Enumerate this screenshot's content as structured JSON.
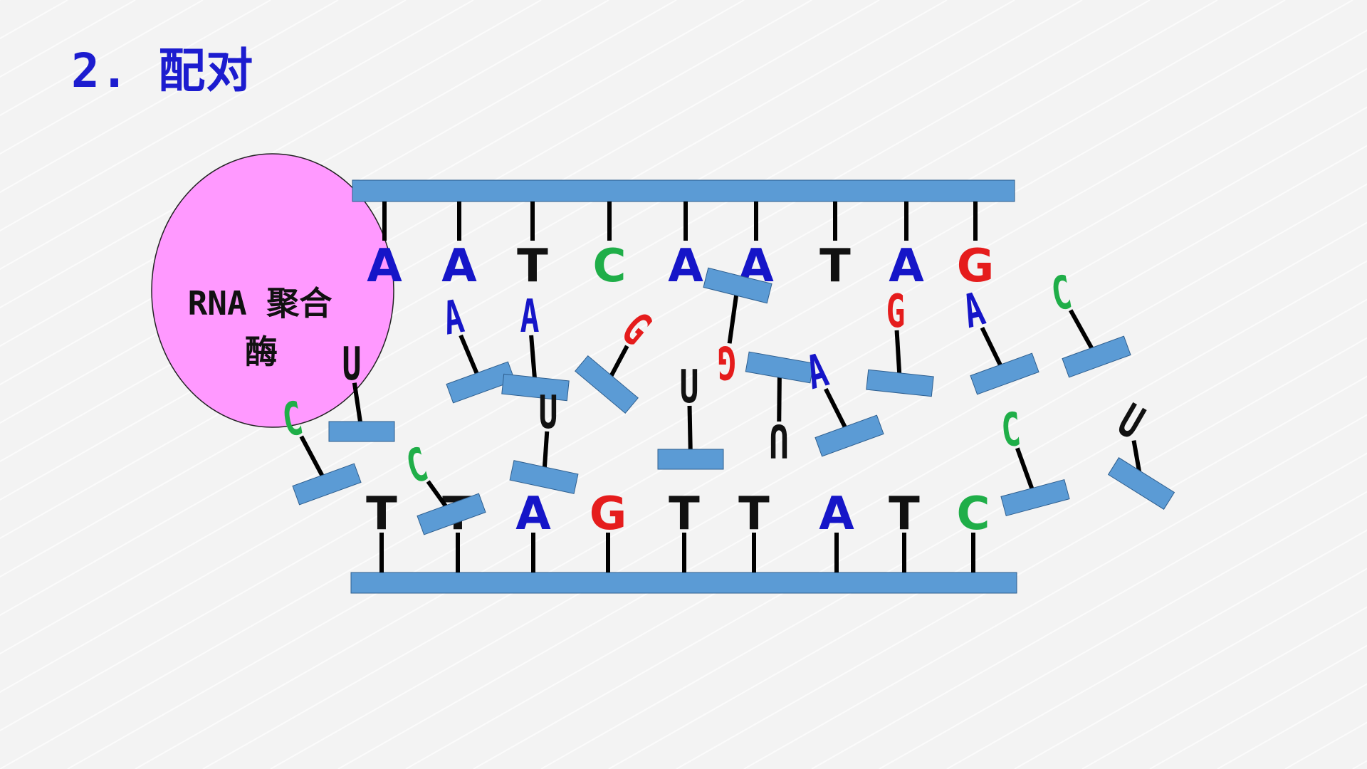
{
  "slide": {
    "title": "2. 配对"
  },
  "enzyme": {
    "label_line1": "RNA 聚合",
    "label_line2": "酶",
    "color": "#ff99ff"
  },
  "colors": {
    "A": "#1515c8",
    "T": "#111111",
    "C": "#1fae48",
    "G": "#e51c1c",
    "U": "#111111",
    "backbone": "#5b9bd5"
  },
  "dna": {
    "top_strand": [
      "A",
      "A",
      "T",
      "C",
      "A",
      "A",
      "T",
      "A",
      "G"
    ],
    "bottom_strand": [
      "T",
      "T",
      "A",
      "G",
      "T",
      "T",
      "A",
      "T",
      "C"
    ]
  },
  "free_nucleotides": [
    "U",
    "C",
    "C",
    "A",
    "A",
    "U",
    "G",
    "U",
    "G",
    "U",
    "A",
    "G",
    "A",
    "C",
    "C",
    "U"
  ]
}
